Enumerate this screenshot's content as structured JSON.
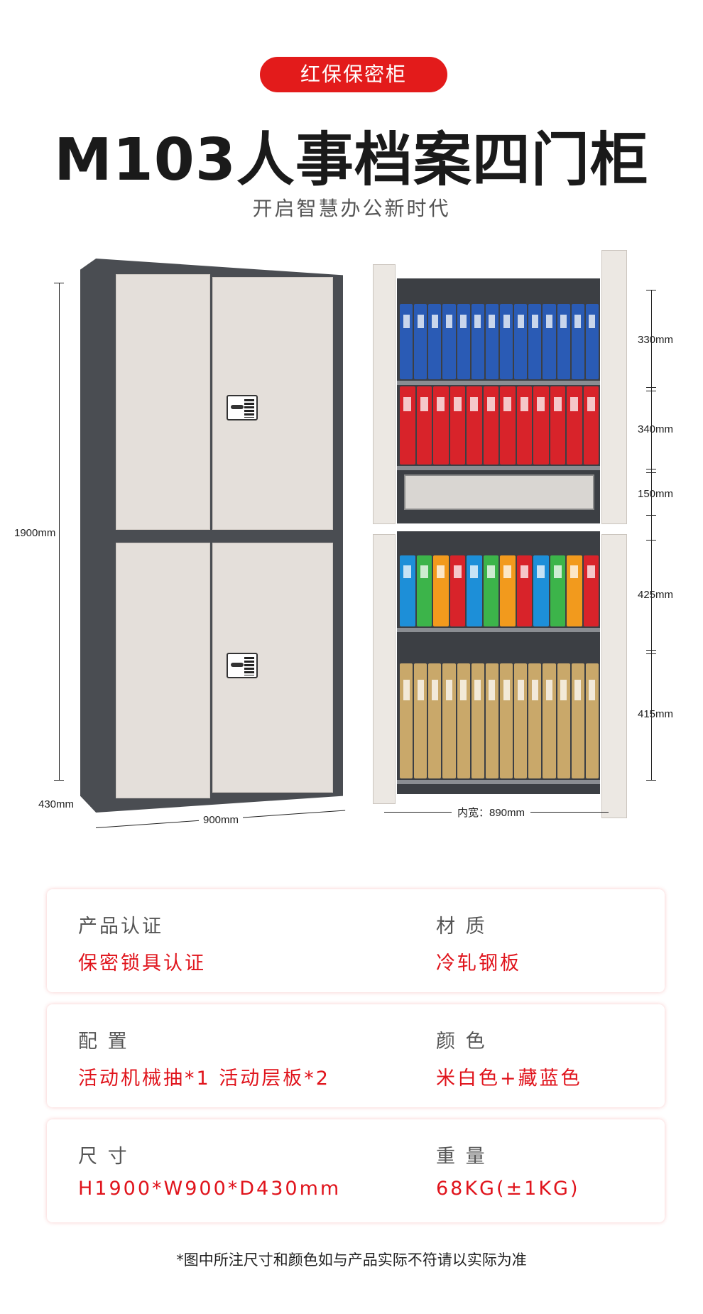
{
  "header": {
    "badge": "红保保密柜",
    "title": "M103人事档案四门柜",
    "subtitle": "开启智慧办公新时代"
  },
  "dimensions": {
    "height": "1900mm",
    "depth": "430mm",
    "width": "900mm",
    "inner_width": "内宽：890mm",
    "sections": [
      "330mm",
      "340mm",
      "150mm",
      "425mm",
      "415mm"
    ]
  },
  "colors": {
    "accent": "#e31b1b",
    "frame": "#4a4d52",
    "door": "#e4dfda"
  },
  "binders": {
    "top": [
      "#2a5bb5"
    ],
    "red": [
      "#d8232a"
    ],
    "mixed": [
      "#1d8fd8",
      "#3cb44a",
      "#f29a1d",
      "#d8232a",
      "#1d8fd8",
      "#3cb44a",
      "#f29a1d",
      "#d8232a",
      "#1d8fd8",
      "#3cb44a",
      "#f29a1d",
      "#d8232a"
    ],
    "bottom": [
      "#c9a86a"
    ]
  },
  "specs": [
    {
      "label": "产品认证",
      "value": "保密锁具认证",
      "label2": "材 质",
      "value2": "冷轧钢板"
    },
    {
      "label": "配 置",
      "value": "活动机械抽*1 活动层板*2",
      "label2": "颜 色",
      "value2": "米白色+藏蓝色"
    },
    {
      "label": "尺 寸",
      "value": "H1900*W900*D430mm",
      "label2": "重 量",
      "value2": "68KG(±1KG)"
    }
  ],
  "footnote": "*图中所注尺寸和颜色如与产品实际不符请以实际为准"
}
